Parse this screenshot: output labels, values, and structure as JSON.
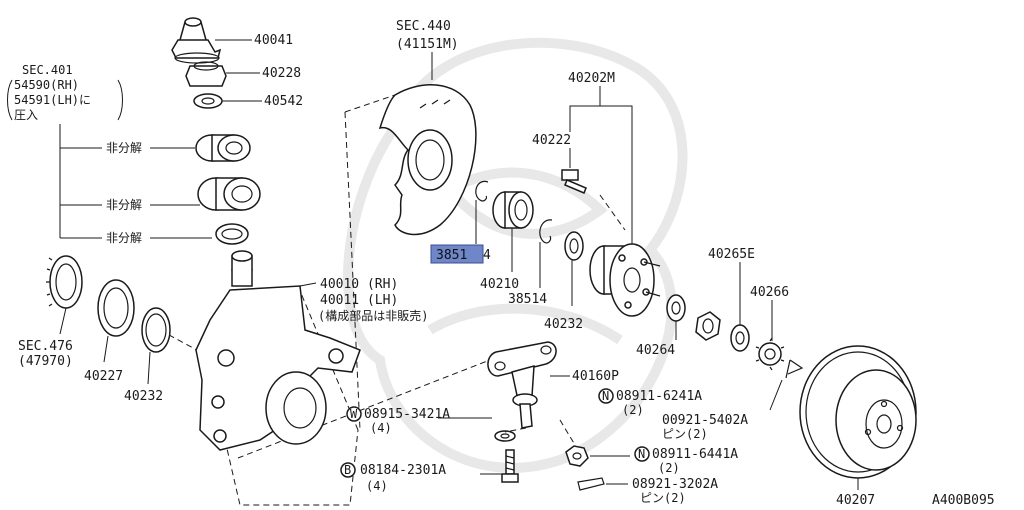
{
  "diagram_code": "A400B095",
  "sections": {
    "sec440": {
      "title": "SEC.440",
      "sub": "(41151M)"
    },
    "sec401": {
      "line1": "SEC.401",
      "line2": "54590(RH)",
      "line3": "54591(LH)に",
      "line4": "圧入"
    },
    "sec476": {
      "title": "SEC.476",
      "sub": "(47970)"
    }
  },
  "non_disassembly_label": "非分解",
  "parts": {
    "p40041": "40041",
    "p40228": "40228",
    "p40542": "40542",
    "p40202M": "40202M",
    "p40222": "40222",
    "p38514_hl": "3851",
    "p38514_hl_tail": "4",
    "p40210": "40210",
    "p38514": "38514",
    "p40232_right": "40232",
    "p40265E": "40265E",
    "p40266": "40266",
    "p40264": "40264",
    "p40010": "40010 (RH)",
    "p40011": "40011 (LH)",
    "p40011_note": "(構成部品は非販売)",
    "p40227": "40227",
    "p40232_left": "40232",
    "p40160P": "40160P",
    "p40207": "40207"
  },
  "fasteners": {
    "n1": {
      "badge": "N",
      "code": "08911-6241A",
      "qty": "(2)"
    },
    "pin1": {
      "code": "00921-5402A",
      "qty": "ピン(2)"
    },
    "w1": {
      "badge": "W",
      "code": "08915-3421A",
      "qty": "(4)"
    },
    "n2": {
      "badge": "N",
      "code": "08911-6441A",
      "qty": "(2)"
    },
    "b1": {
      "badge": "B",
      "code": "08184-2301A",
      "qty": "(4)"
    },
    "pin2": {
      "code": "08921-3202A",
      "qty": "ピン(2)"
    }
  },
  "colors": {
    "highlight": "#6f86c9"
  }
}
